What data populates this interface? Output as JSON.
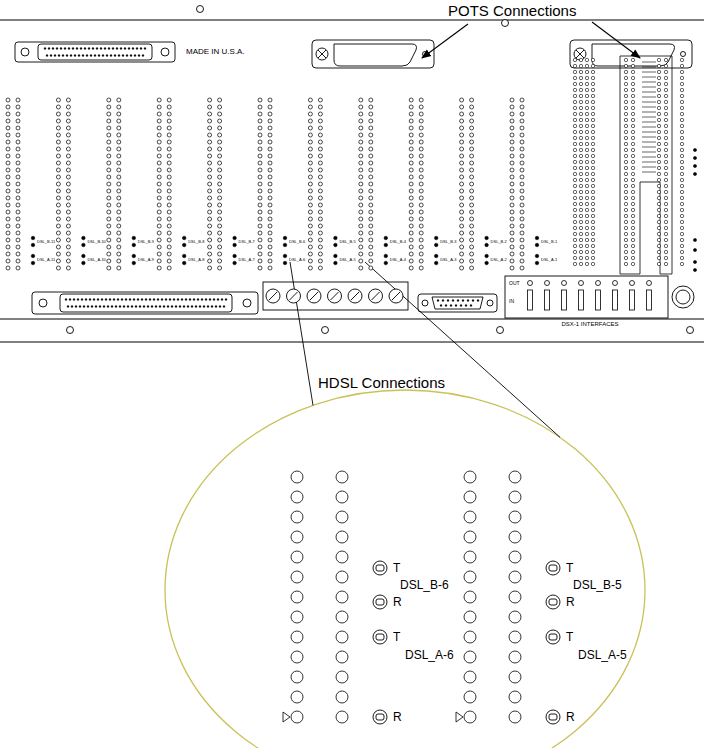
{
  "diagram": {
    "labels": [
      "POTS Connections",
      "MADE IN U.S.A.",
      "HDSL Connections",
      "DSL_B-11",
      "DSL_A-11",
      "DSL_B-10",
      "DSL_A-10",
      "DSL_B-9",
      "DSL_A-9",
      "DSL_B-8",
      "DSL_A-8",
      "DSL_B-7",
      "DSL_A-7",
      "DSL_B-6",
      "DSL_A-6",
      "DSL_B-5",
      "DSL_A-5",
      "DSL_B-4",
      "DSL_A-4",
      "DSL_B-3",
      "DSL_A-3",
      "DSL_B-2",
      "DSL_A-2",
      "DSL_B-1",
      "DSL_A-1",
      "OUT",
      "IN",
      "DSX-1 INTERFACES",
      "T",
      "DSL_B-6",
      "R",
      "T",
      "DSL_A-6",
      "R",
      "T",
      "DSL_B-5",
      "R",
      "T",
      "DSL_A-5",
      "R"
    ]
  }
}
